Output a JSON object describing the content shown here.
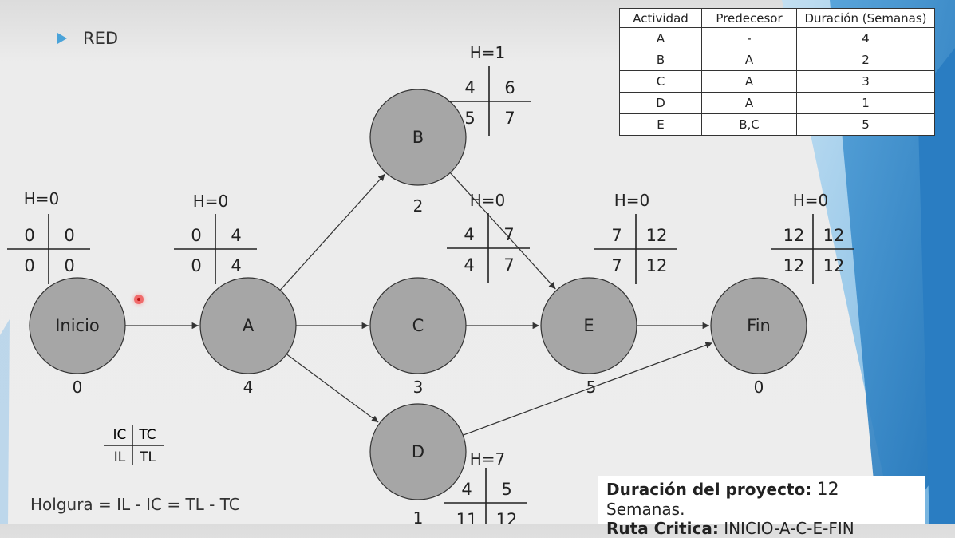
{
  "slide": {
    "title": "RED",
    "table": {
      "headers": [
        "Actividad",
        "Predecesor",
        "Duración (Semanas)"
      ],
      "rows": [
        [
          "A",
          "-",
          "4"
        ],
        [
          "B",
          "A",
          "2"
        ],
        [
          "C",
          "A",
          "3"
        ],
        [
          "D",
          "A",
          "1"
        ],
        [
          "E",
          "B,C",
          "5"
        ]
      ]
    },
    "nodes": [
      {
        "id": "inicio",
        "label": "Inicio",
        "duration": "0",
        "h": "H=0",
        "ic": "0",
        "tc": "0",
        "il": "0",
        "tl": "0"
      },
      {
        "id": "a",
        "label": "A",
        "duration": "4",
        "h": "H=0",
        "ic": "0",
        "tc": "4",
        "il": "0",
        "tl": "4"
      },
      {
        "id": "b",
        "label": "B",
        "duration": "2",
        "h": "H=1",
        "ic": "4",
        "tc": "6",
        "il": "5",
        "tl": "7"
      },
      {
        "id": "c",
        "label": "C",
        "duration": "3",
        "h": "H=0",
        "ic": "4",
        "tc": "7",
        "il": "4",
        "tl": "7"
      },
      {
        "id": "d",
        "label": "D",
        "duration": "1",
        "h": "H=7",
        "ic": "4",
        "tc": "5",
        "il": "11",
        "tl": "12"
      },
      {
        "id": "e",
        "label": "E",
        "duration": "5",
        "h": "H=0",
        "ic": "7",
        "tc": "12",
        "il": "7",
        "tl": "12"
      },
      {
        "id": "fin",
        "label": "Fin",
        "duration": "0",
        "h": "H=0",
        "ic": "12",
        "tc": "12",
        "il": "12",
        "tl": "12"
      }
    ],
    "edges": [
      [
        "inicio",
        "a"
      ],
      [
        "a",
        "b"
      ],
      [
        "a",
        "c"
      ],
      [
        "a",
        "d"
      ],
      [
        "b",
        "e"
      ],
      [
        "c",
        "e"
      ],
      [
        "e",
        "fin"
      ],
      [
        "d",
        "fin"
      ]
    ],
    "legend": {
      "ic": "IC",
      "tc": "TC",
      "il": "IL",
      "tl": "TL"
    },
    "formula": "Holgura = IL - IC = TL - TC",
    "summary": {
      "duration_label": "Duración del proyecto:",
      "duration_value": "12",
      "duration_unit": "Semanas.",
      "route_label": "Ruta Critica:",
      "route_value": "INICIO-A-C-E-FIN"
    },
    "colors": {
      "node_fill": "#a6a6a6",
      "accent": "#3a8fd0",
      "bullet": "#4aa3d9"
    }
  }
}
